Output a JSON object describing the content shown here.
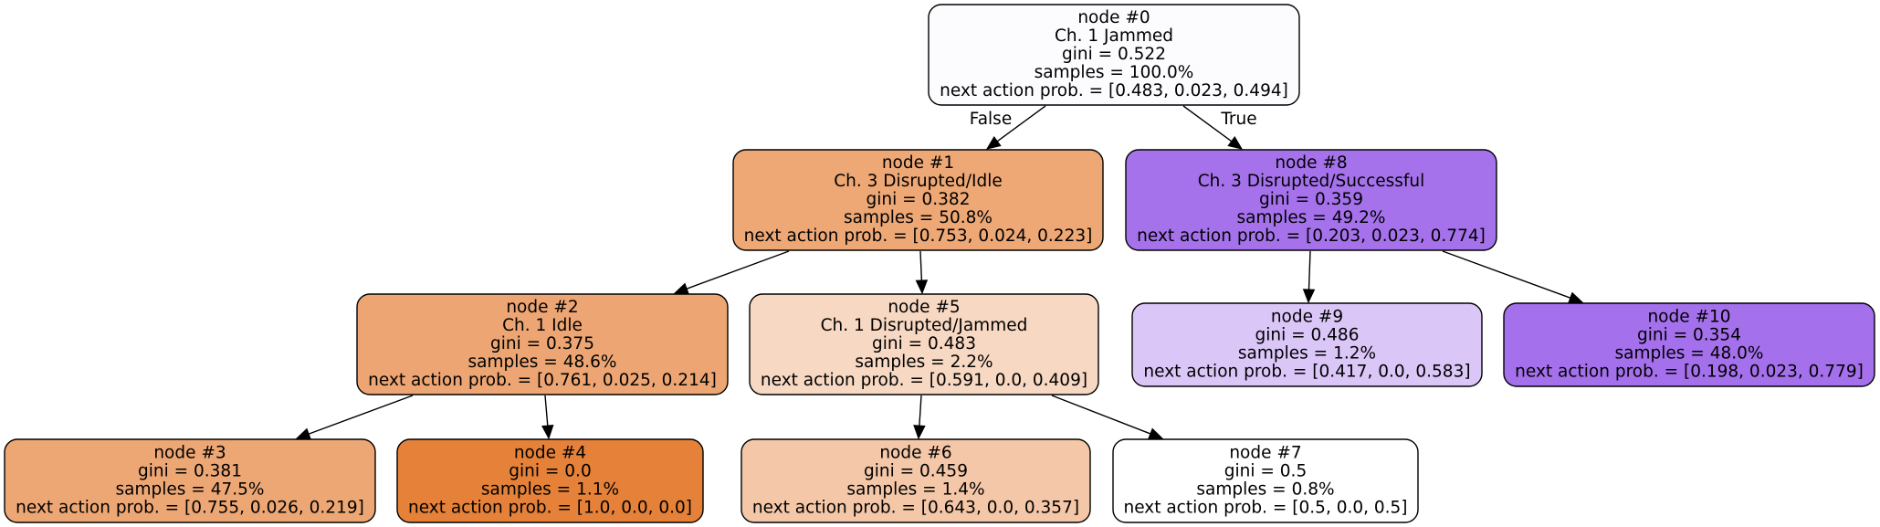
{
  "nodes": [
    {
      "id": "n0",
      "lines": [
        "node #0",
        "Ch. 1 Jammed",
        "gini = 0.522",
        "samples = 100.0%",
        "next action prob. = [0.483, 0.023, 0.494]"
      ],
      "fill": "#fcfbfe"
    },
    {
      "id": "n1",
      "lines": [
        "node #1",
        "Ch. 3 Disrupted/Idle",
        "gini = 0.382",
        "samples = 50.8%",
        "next action prob. = [0.753, 0.024, 0.223]"
      ],
      "fill": "#eda876"
    },
    {
      "id": "n2",
      "lines": [
        "node #2",
        "Ch. 1 Idle",
        "gini = 0.375",
        "samples = 48.6%",
        "next action prob. = [0.761, 0.025, 0.214]"
      ],
      "fill": "#eda673"
    },
    {
      "id": "n3",
      "lines": [
        "node #3",
        "gini = 0.381",
        "samples = 47.5%",
        "next action prob. = [0.755, 0.026, 0.219]"
      ],
      "fill": "#eda775"
    },
    {
      "id": "n4",
      "lines": [
        "node #4",
        "gini = 0.0",
        "samples = 1.1%",
        "next action prob. = [1.0, 0.0, 0.0]"
      ],
      "fill": "#e58139"
    },
    {
      "id": "n5",
      "lines": [
        "node #5",
        "Ch. 1 Disrupted/Jammed",
        "gini = 0.483",
        "samples = 2.2%",
        "next action prob. = [0.591, 0.0, 0.409]"
      ],
      "fill": "#f7d8c2"
    },
    {
      "id": "n6",
      "lines": [
        "node #6",
        "gini = 0.459",
        "samples = 1.4%",
        "next action prob. = [0.643, 0.0, 0.357]"
      ],
      "fill": "#f3c7a7"
    },
    {
      "id": "n7",
      "lines": [
        "node #7",
        "gini = 0.5",
        "samples = 0.8%",
        "next action prob. = [0.5, 0.0, 0.5]"
      ],
      "fill": "#ffffff"
    },
    {
      "id": "n8",
      "lines": [
        "node #8",
        "Ch. 3 Disrupted/Successful",
        "gini = 0.359",
        "samples = 49.2%",
        "next action prob. = [0.203, 0.023, 0.774]"
      ],
      "fill": "#a572ec"
    },
    {
      "id": "n9",
      "lines": [
        "node #9",
        "gini = 0.486",
        "samples = 1.2%",
        "next action prob. = [0.417, 0.0, 0.583]"
      ],
      "fill": "#dbc6f8"
    },
    {
      "id": "n10",
      "lines": [
        "node #10",
        "gini = 0.354",
        "samples = 48.0%",
        "next action prob. = [0.198, 0.023, 0.779]"
      ],
      "fill": "#a470ec"
    }
  ],
  "edges": [
    {
      "from": "n0",
      "to": "n1",
      "label": "False"
    },
    {
      "from": "n0",
      "to": "n8",
      "label": "True"
    },
    {
      "from": "n1",
      "to": "n2",
      "label": ""
    },
    {
      "from": "n1",
      "to": "n5",
      "label": ""
    },
    {
      "from": "n2",
      "to": "n3",
      "label": ""
    },
    {
      "from": "n2",
      "to": "n4",
      "label": ""
    },
    {
      "from": "n5",
      "to": "n6",
      "label": ""
    },
    {
      "from": "n5",
      "to": "n7",
      "label": ""
    },
    {
      "from": "n8",
      "to": "n9",
      "label": ""
    },
    {
      "from": "n8",
      "to": "n10",
      "label": ""
    }
  ]
}
